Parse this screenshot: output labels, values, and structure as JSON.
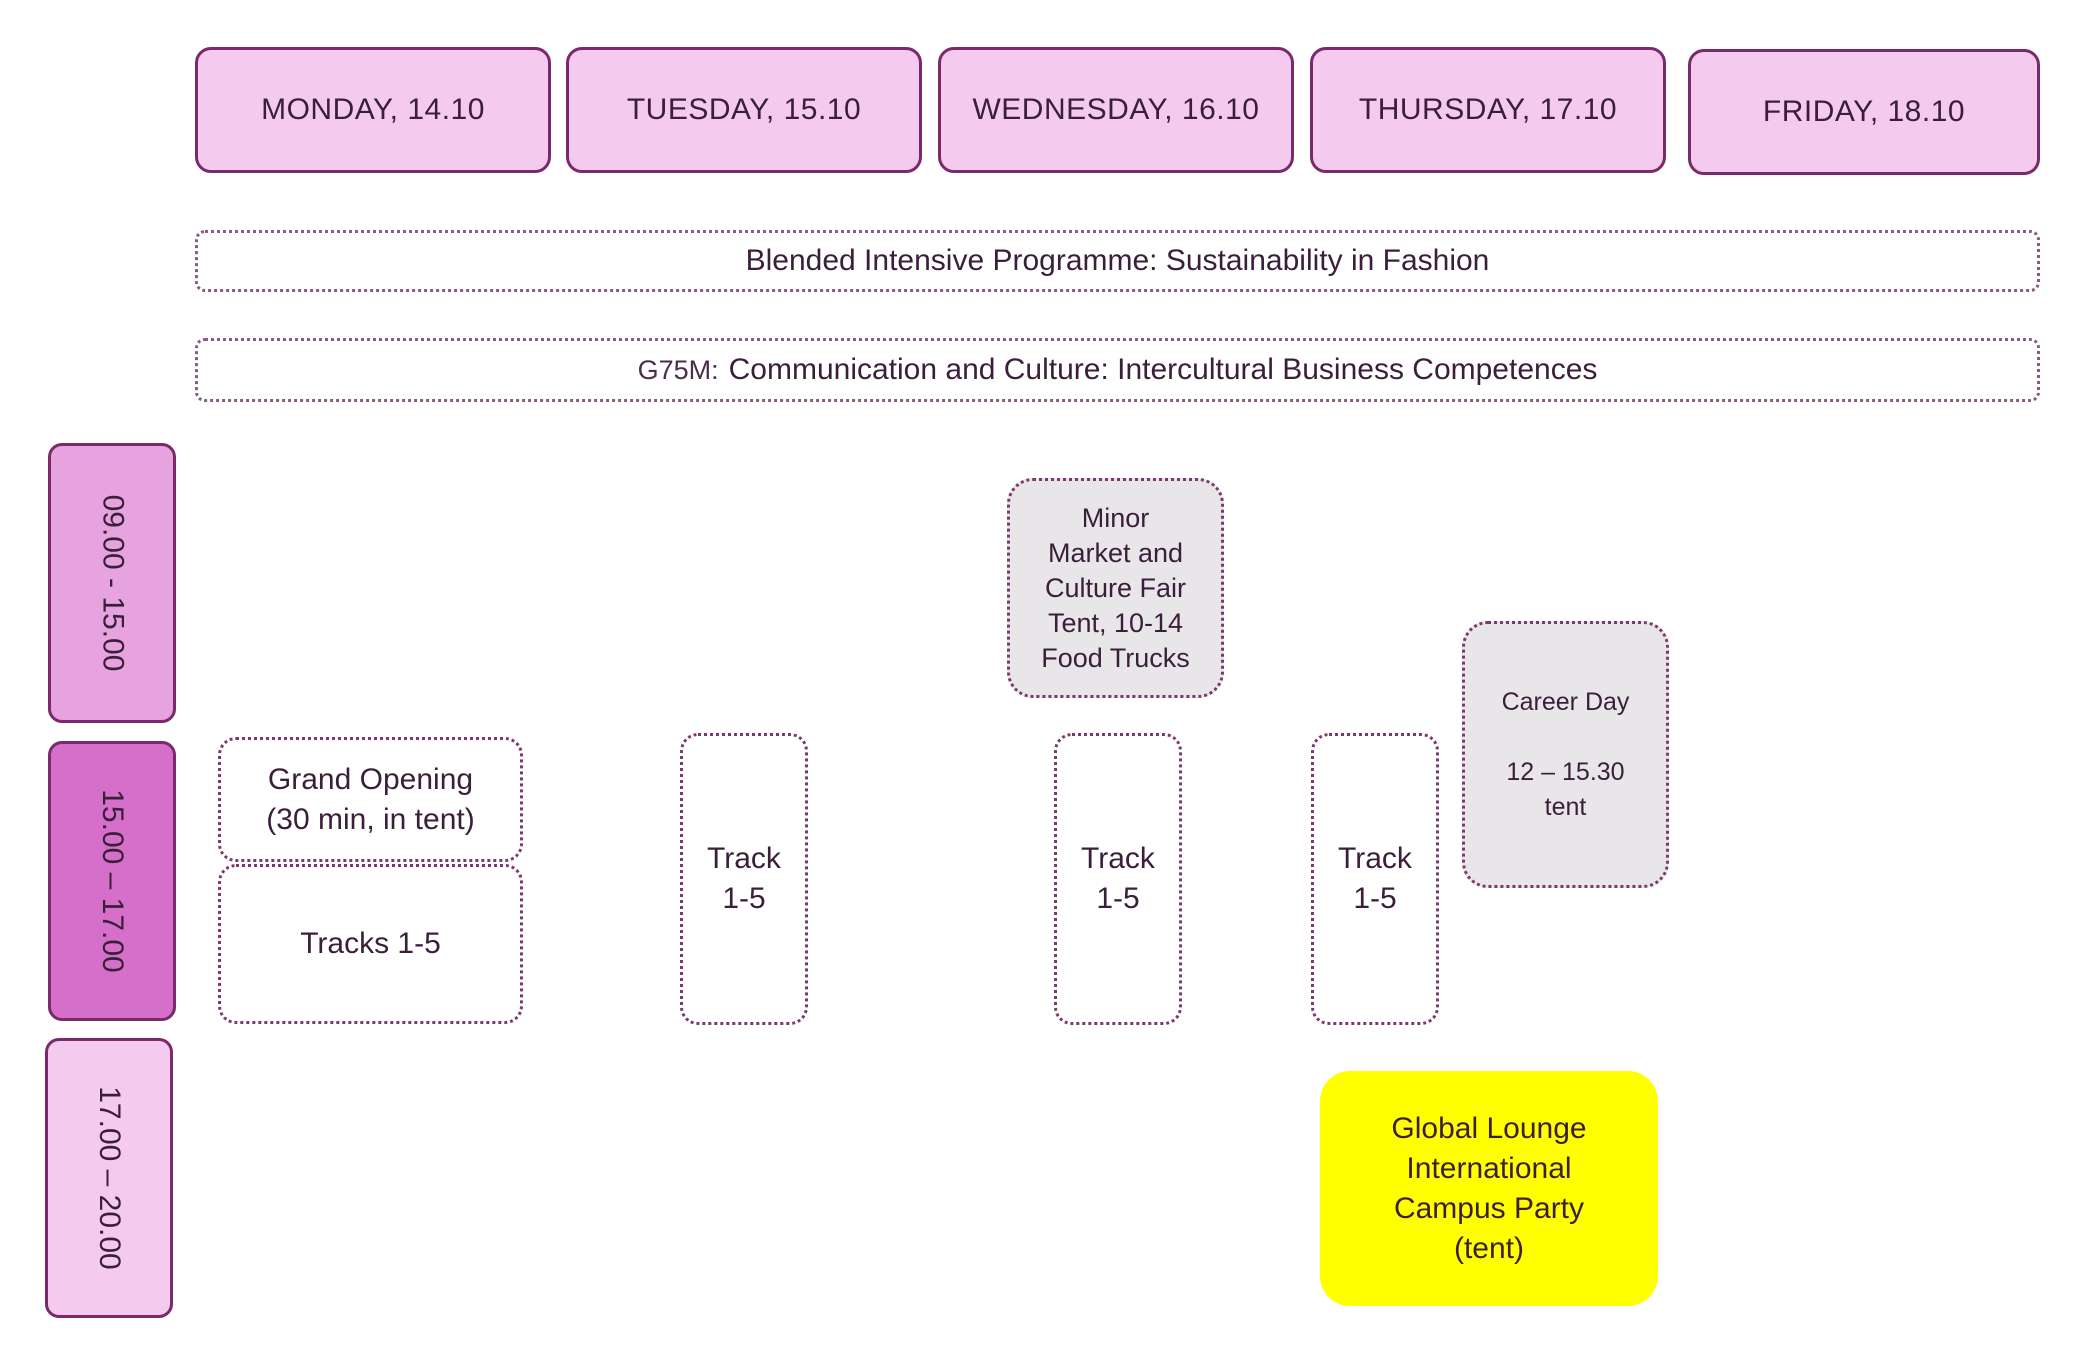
{
  "days": [
    {
      "label": "MONDAY, 14.10"
    },
    {
      "label": "TUESDAY, 15.10"
    },
    {
      "label": "WEDNESDAY, 16.10"
    },
    {
      "label": "THURSDAY, 17.10"
    },
    {
      "label": "FRIDAY, 18.10"
    }
  ],
  "banners": {
    "bip": "Blended Intensive Programme: Sustainability in Fashion",
    "g75m_code": "G75M:",
    "g75m_title": "Communication and Culture: Intercultural Business Competences"
  },
  "time_slots": [
    {
      "label": "09.00 - 15.00",
      "color": "#e6a3df"
    },
    {
      "label": "15.00 – 17.00",
      "color": "#d66fc9"
    },
    {
      "label": "17.00 – 20.00",
      "color": "#f4cbee"
    }
  ],
  "events": {
    "grand_opening": "Grand Opening\n(30 min, in tent)",
    "monday_tracks": "Tracks 1-5",
    "tuesday_track": "Track\n1-5",
    "minor_market": "Minor\nMarket and\nCulture Fair\nTent, 10-14\nFood Trucks",
    "wednesday_track": "Track\n1-5",
    "thursday_track": "Track\n1-5",
    "career_day": "Career Day\n\n12 – 15.30\ntent",
    "global_lounge": "Global Lounge\nInternational\nCampus Party\n(tent)"
  },
  "colors": {
    "day_fill": "#f4cbee",
    "border": "#7a2a6a",
    "grey_fill": "#e8e6e8",
    "party_fill": "#ffff00"
  }
}
